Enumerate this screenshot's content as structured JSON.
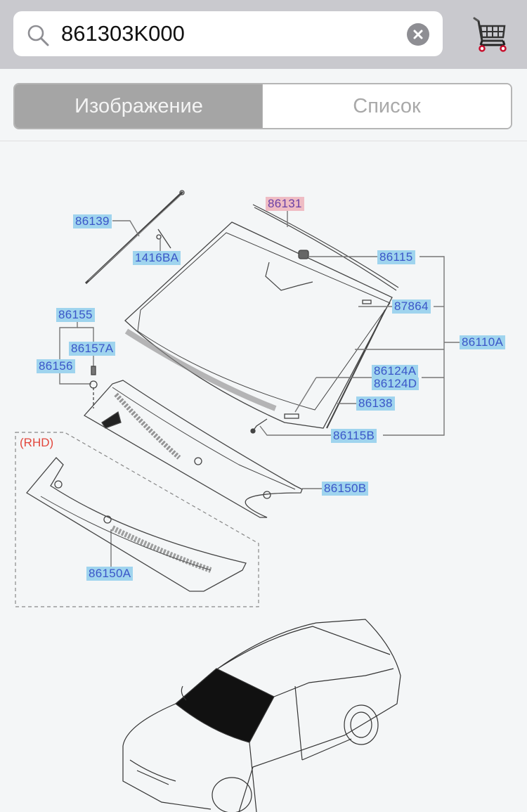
{
  "header": {
    "search": {
      "value": "861303K000",
      "placeholder": ""
    },
    "icons": {
      "search": "magnifier-icon",
      "clear": "clear-x-icon",
      "cart": "shopping-cart-icon"
    }
  },
  "segments": {
    "items": [
      {
        "label": "Изображение",
        "selected": true
      },
      {
        "label": "Список",
        "selected": false
      }
    ]
  },
  "diagram": {
    "highlight_color": "#efbcc4",
    "label_color": "#9fd4ee",
    "rhd_note": "(RHD)",
    "labels": [
      {
        "id": "86139",
        "text": "86139"
      },
      {
        "id": "1416BA",
        "text": "1416BA"
      },
      {
        "id": "86131",
        "text": "86131",
        "highlighted": true
      },
      {
        "id": "86115",
        "text": "86115"
      },
      {
        "id": "87864",
        "text": "87864"
      },
      {
        "id": "86110A",
        "text": "86110A"
      },
      {
        "id": "86155",
        "text": "86155"
      },
      {
        "id": "86157A",
        "text": "86157A"
      },
      {
        "id": "86156",
        "text": "86156"
      },
      {
        "id": "86124A",
        "text": "86124A"
      },
      {
        "id": "86124D",
        "text": "86124D"
      },
      {
        "id": "86138",
        "text": "86138"
      },
      {
        "id": "86115B",
        "text": "86115B"
      },
      {
        "id": "86150B",
        "text": "86150B"
      },
      {
        "id": "86150A",
        "text": "86150A"
      }
    ]
  }
}
